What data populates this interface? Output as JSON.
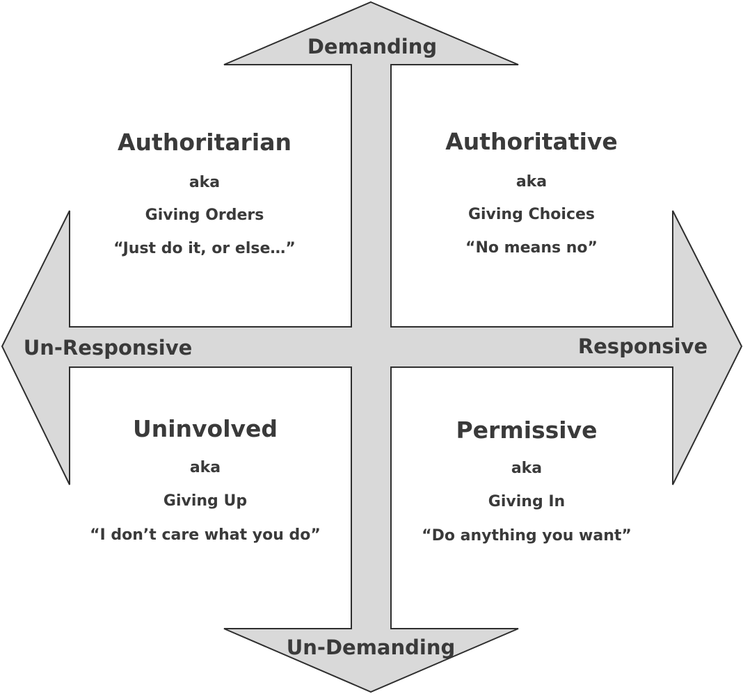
{
  "axes": {
    "top": "Demanding",
    "bottom": "Un-Demanding",
    "left": "Un-Responsive",
    "right": "Responsive"
  },
  "quadrants": {
    "top_left": {
      "title": "Authoritarian",
      "aka": "aka",
      "subtitle": "Giving Orders",
      "quote": "“Just do it, or else…”"
    },
    "top_right": {
      "title": "Authoritative",
      "aka": "aka",
      "subtitle": "Giving Choices",
      "quote": "“No means no”"
    },
    "bottom_left": {
      "title": "Uninvolved",
      "aka": "aka",
      "subtitle": "Giving Up",
      "quote": "“I don’t care what you do”"
    },
    "bottom_right": {
      "title": "Permissive",
      "aka": "aka",
      "subtitle": "Giving In",
      "quote": "“Do anything you want”"
    }
  },
  "colors": {
    "arrow_fill": "#d9d9d9",
    "arrow_stroke": "#2e2e2e",
    "text": "#3a3a3a"
  }
}
